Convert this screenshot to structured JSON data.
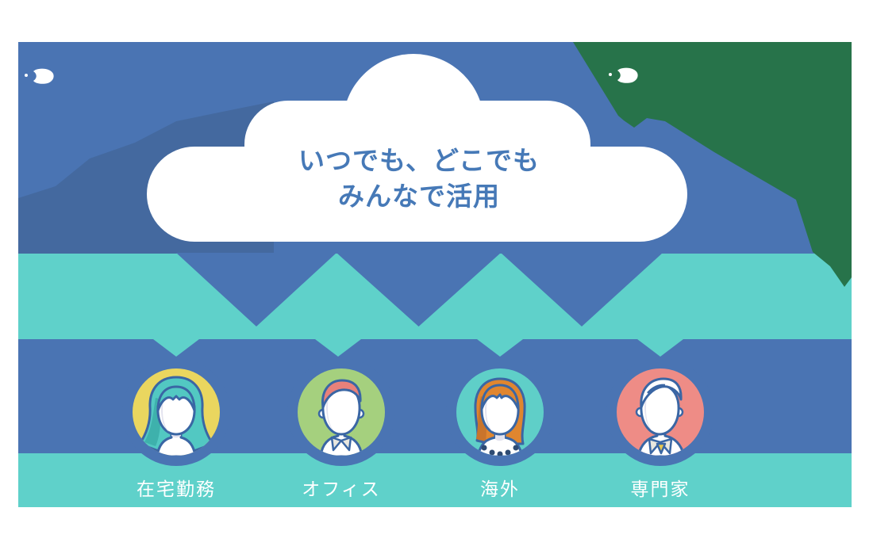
{
  "illustration": {
    "cloud_caption": {
      "line1": "いつでも、どこでも",
      "line2": "みんなで活用"
    },
    "groups": [
      {
        "label": "在宅勤務",
        "avatar": "woman-teal-hair",
        "avatar_bg": "#EAD65F"
      },
      {
        "label": "オフィス",
        "avatar": "man-salmon-hair",
        "avatar_bg": "#A5D07E"
      },
      {
        "label": "海外",
        "avatar": "woman-orange-hair",
        "avatar_bg": "#5FCFC8"
      },
      {
        "label": "専門家",
        "avatar": "man-white-hair",
        "avatar_bg": "#EE8C86"
      }
    ],
    "colors": {
      "sky": "#4A74B3",
      "skyShadow": "#44699F",
      "teal": "#5FD1CA",
      "green": "#27734A",
      "cloud": "#FFFFFF",
      "captionText": "#4679B7",
      "labelText": "#FFFFFF",
      "outline": "#3A66A4",
      "hairTeal": "#52C8C2",
      "hairTealDark": "#3EB1AC",
      "hairSalmon": "#E8817A",
      "hairOrange": "#E0862F",
      "hairOrangeDark": "#C9742B",
      "shoulderGreen": "#A8D080",
      "faceShade": "#E3E3EF",
      "collarGray": "#E8E7DF",
      "tieYellow": "#E7C64D",
      "necklaceNavy": "#2E4B72"
    }
  }
}
